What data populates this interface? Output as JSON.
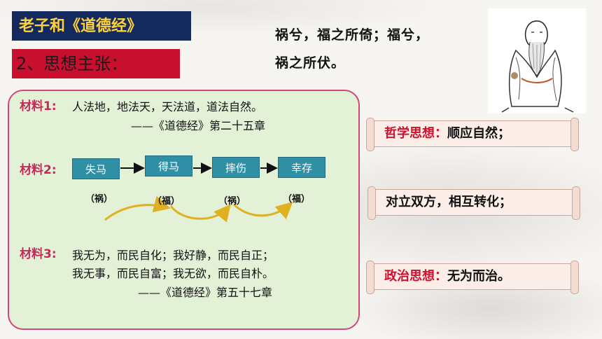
{
  "title": "老子和《道德经》",
  "subtitle": "2、思想主张：",
  "quote": {
    "line1": "祸兮，福之所倚；福兮，",
    "line2": "祸之所伏。"
  },
  "material1": {
    "label": "材料1:",
    "text": "人法地，地法天，天法道，道法自然。",
    "source": "——《道德经》第二十五章"
  },
  "material2": {
    "label": "材料2:",
    "steps": [
      {
        "name": "失马",
        "tag": "（祸）"
      },
      {
        "name": "得马",
        "tag": "（福）"
      },
      {
        "name": "摔伤",
        "tag": "（祸）"
      },
      {
        "name": "幸存",
        "tag": "（福）"
      }
    ]
  },
  "material3": {
    "label": "材料3:",
    "line1": "我无为，而民自化；我好静，而民自正；",
    "line2": "我无事，而民自富；我无欲，而民自朴。",
    "source": "——《道德经》第五十七章"
  },
  "scrolls": {
    "philosophy_label": "哲学思想：",
    "philosophy_value": "顺应自然；",
    "dialectic": "对立双方，相互转化；",
    "politics_label": "政治思想：",
    "politics_value": "无为而治。"
  },
  "colors": {
    "title_bg": "#142a5e",
    "title_text": "#ffd23c",
    "subtitle_bg": "#c8102e",
    "panel_bg": "#e3f1d6",
    "panel_border": "#d0487a",
    "flow_box": "#2e8fa5",
    "arrow_curve": "#e0b020",
    "accent_red": "#d0112e"
  }
}
